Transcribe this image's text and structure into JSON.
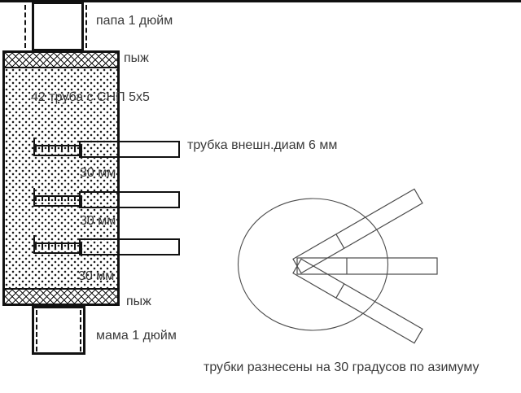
{
  "diagram": {
    "labels": {
      "top_fitting": "папа 1 дюйм",
      "wad_top": "пыж",
      "pipe_body": "42 труба с СНП 5х5",
      "tube": "трубка внешн.диам 6 мм",
      "wad_bottom": "пыж",
      "bottom_fitting": "мама 1 дюйм",
      "azimuth_caption": "трубки разнесены на 30 градусов по азимуму"
    },
    "spacings": [
      "30 мм",
      "30 мм",
      "30 мм"
    ],
    "azimuth_view": {
      "separation_degrees": 30,
      "tube_count": 3,
      "tube_angles_degrees": [
        -30,
        0,
        30
      ]
    },
    "colors": {
      "outline": "#111111",
      "thin_line": "#4a4a4a",
      "text": "#3a3a3a",
      "background": "#ffffff"
    }
  }
}
